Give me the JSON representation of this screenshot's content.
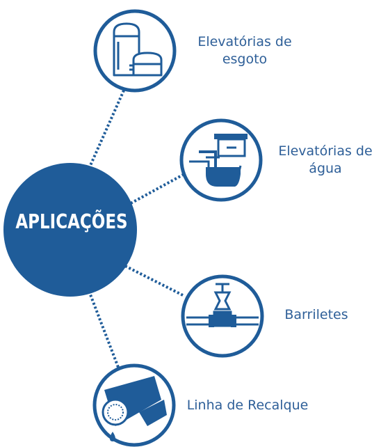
{
  "hub": {
    "title": "APLICAÇÕES"
  },
  "applications": [
    {
      "label_line1": "Elevatórias de",
      "label_line2": "esgoto",
      "icon": "sewage-tanks-icon"
    },
    {
      "label_line1": "Elevatórias de",
      "label_line2": "água",
      "icon": "water-pump-station-icon"
    },
    {
      "label_line1": "Barriletes",
      "label_line2": "",
      "icon": "valve-pipe-icon"
    },
    {
      "label_line1": "Linha de Recalque",
      "label_line2": "",
      "icon": "pipeline-icon"
    }
  ],
  "colors": {
    "primary": "#1f5c99",
    "hub": "#1f5c99",
    "text": "#2e5f98",
    "background": "#ffffff"
  }
}
